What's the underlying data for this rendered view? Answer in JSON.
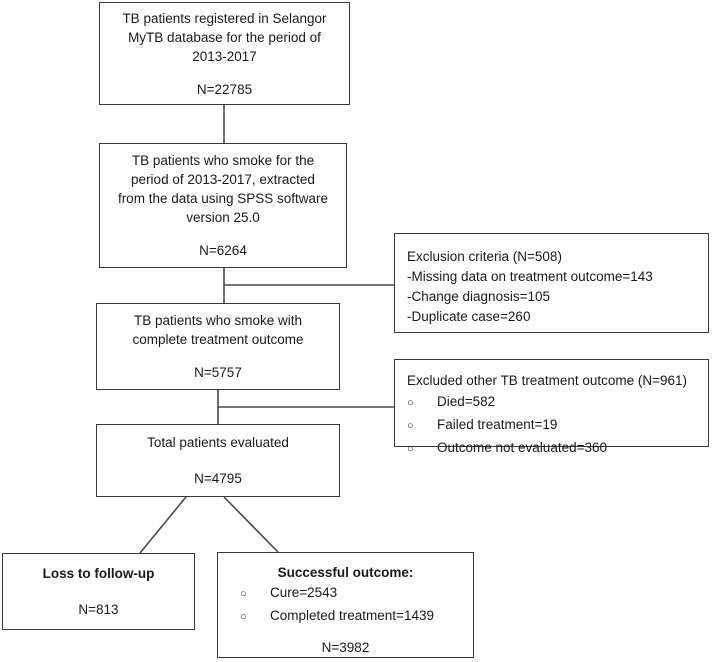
{
  "figure": {
    "title": "TB patient selection flowchart",
    "line_color": "#4a4a4a",
    "border_color": "#3a3a3a",
    "text_color": "#1a1a1a",
    "background": "#ffffff"
  },
  "boxes": {
    "registered": {
      "line1": "TB patients registered in Selangor",
      "line2": "MyTB database for the period of",
      "line3": "2013-2017",
      "n": "N=22785"
    },
    "smokers": {
      "line1": "TB patients who smoke for the",
      "line2": "period of 2013-2017, extracted",
      "line3": "from the data using SPSS software",
      "line4": "version 25.0",
      "n": "N=6264"
    },
    "exclusion": {
      "header": "Exclusion criteria (N=508)",
      "items": [
        "-Missing data on treatment outcome=143",
        "-Change diagnosis=105",
        "-Duplicate case=260"
      ]
    },
    "complete_outcome": {
      "line1": "TB patients who smoke with",
      "line2": "complete treatment outcome",
      "n": "N=5757"
    },
    "excluded_other": {
      "header": "Excluded other TB treatment outcome (N=961)",
      "bullet_symbol": "○",
      "items": [
        "Died=582",
        "Failed treatment=19",
        "Outcome not evaluated=360"
      ]
    },
    "total_evaluated": {
      "line1": "Total patients evaluated",
      "n": "N=4795"
    },
    "loss_followup": {
      "header": "Loss to follow-up",
      "n": "N=813"
    },
    "successful": {
      "header": "Successful outcome:",
      "bullet_symbol": "○",
      "items": [
        "Cure=2543",
        "Completed treatment=1439"
      ],
      "n": "N=3982"
    }
  }
}
